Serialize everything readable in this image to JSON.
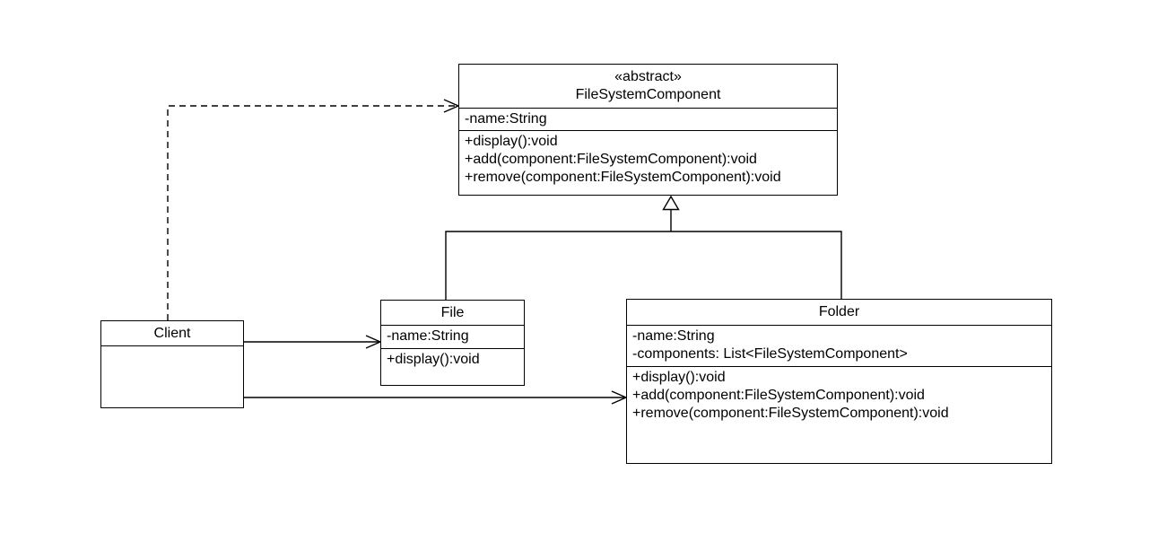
{
  "classes": {
    "filesystemcomponent": {
      "stereotype": "«abstract»",
      "name": "FileSystemComponent",
      "attributes": [
        "-name:String"
      ],
      "methods": [
        "+display():void",
        "+add(component:FileSystemComponent):void",
        "+remove(component:FileSystemComponent):void"
      ]
    },
    "file": {
      "name": "File",
      "attributes": [
        "-name:String"
      ],
      "methods": [
        "+display():void"
      ]
    },
    "folder": {
      "name": "Folder",
      "attributes": [
        "-name:String",
        "-components: List<FileSystemComponent>"
      ],
      "methods": [
        "+display():void",
        "+add(component:FileSystemComponent):void",
        "+remove(component:FileSystemComponent):void"
      ]
    },
    "client": {
      "name": "Client"
    }
  },
  "relationships": [
    {
      "type": "generalization",
      "from": "File",
      "to": "FileSystemComponent",
      "line_style": "solid",
      "arrowhead": "hollow-triangle"
    },
    {
      "type": "generalization",
      "from": "Folder",
      "to": "FileSystemComponent",
      "line_style": "solid",
      "arrowhead": "hollow-triangle"
    },
    {
      "type": "dependency",
      "from": "Client",
      "to": "FileSystemComponent",
      "line_style": "dashed",
      "arrowhead": "open"
    },
    {
      "type": "association",
      "from": "Client",
      "to": "File",
      "line_style": "solid",
      "arrowhead": "open"
    },
    {
      "type": "association",
      "from": "Client",
      "to": "Folder",
      "line_style": "solid",
      "arrowhead": "open"
    }
  ],
  "colors": {
    "line": "#000000",
    "box_fill": "#ffffff",
    "text": "#000000",
    "background": "#ffffff"
  }
}
